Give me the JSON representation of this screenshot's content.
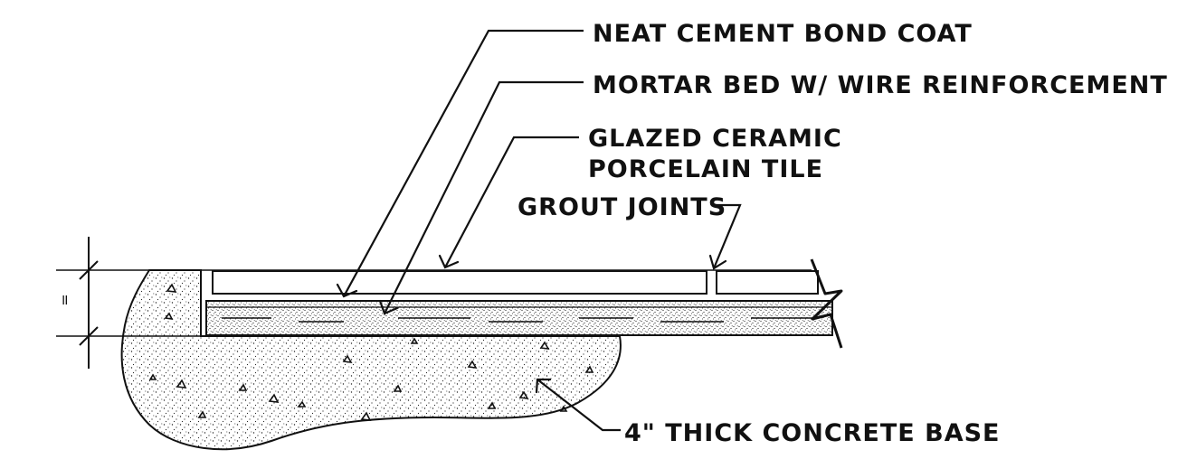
{
  "labels": {
    "bond_coat": "NEAT CEMENT BOND COAT",
    "mortar_bed": "MORTAR BED W/ WIRE REINFORCEMENT",
    "tile_line1": "GLAZED CERAMIC",
    "tile_line2": "PORCELAIN TILE",
    "grout": "GROUT JOINTS",
    "concrete": "4\" THICK CONCRETE BASE"
  },
  "dimension": {
    "text": "="
  }
}
